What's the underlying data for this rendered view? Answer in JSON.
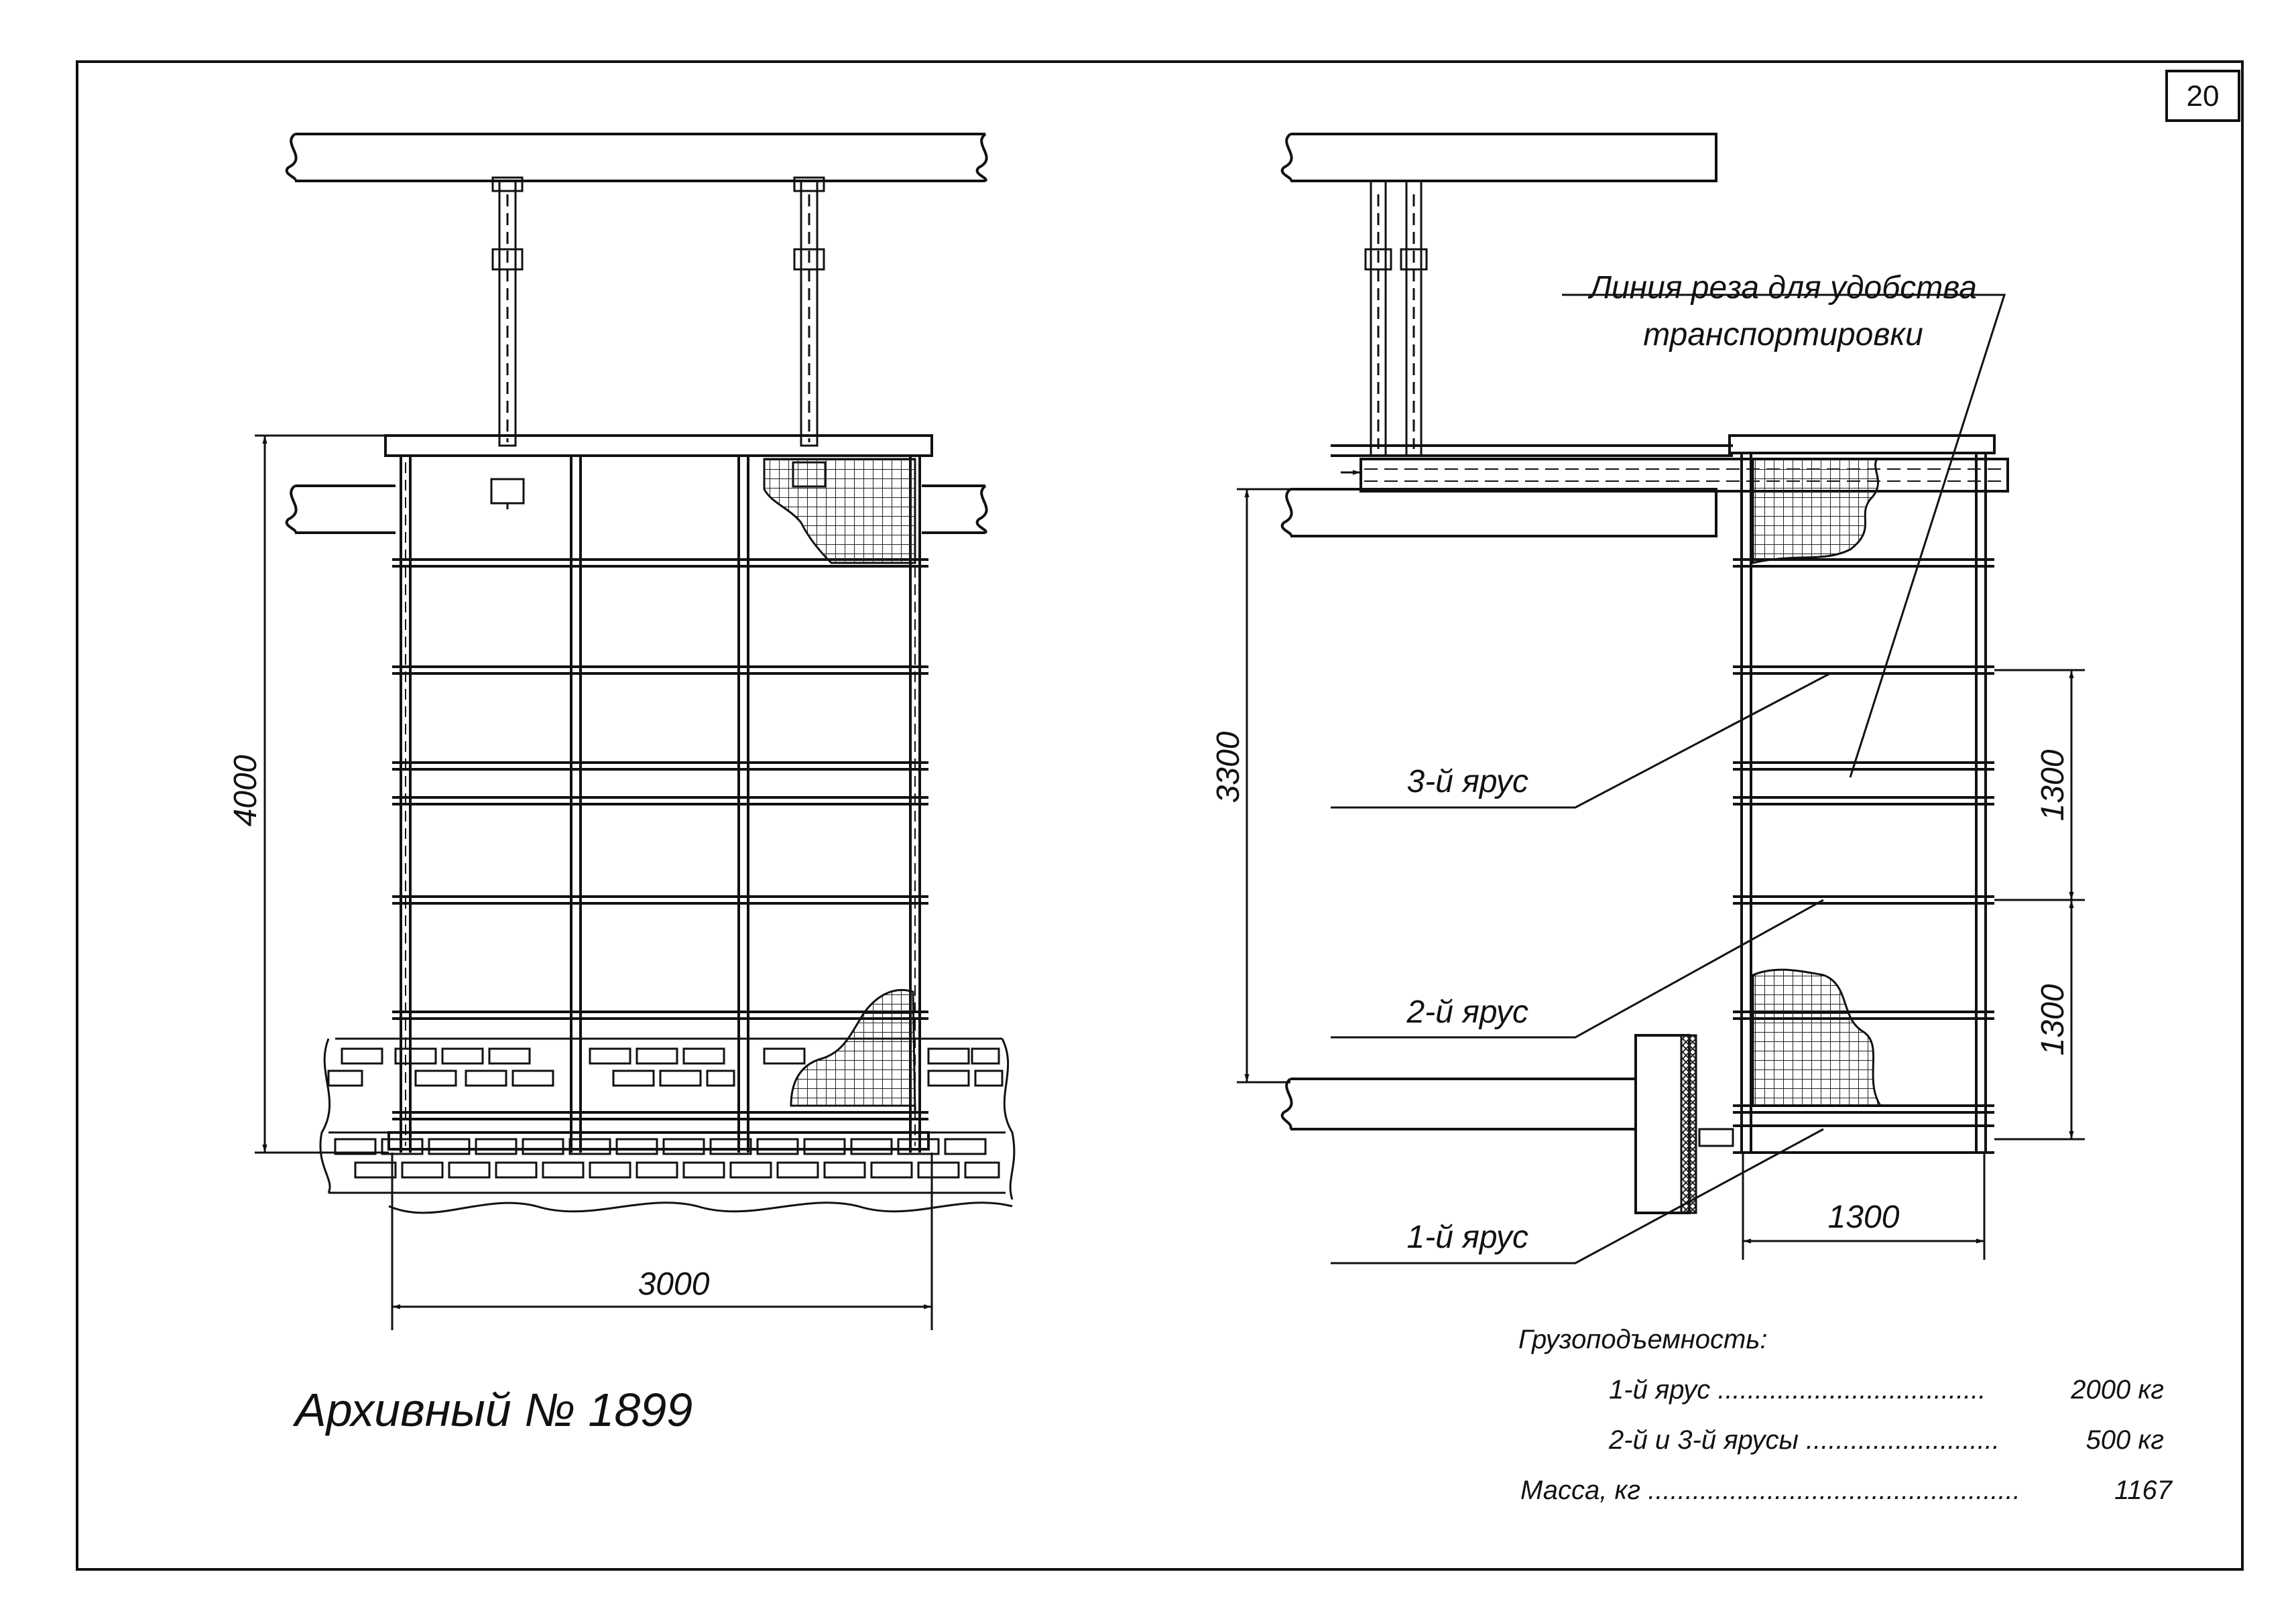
{
  "sheet": {
    "page_number": "20",
    "archive_label": "Архивный № 1899"
  },
  "dimensions": {
    "height_left": "4000",
    "width_left": "3000",
    "height_right": "3300",
    "tier_upper": "1300",
    "tier_lower": "1300",
    "depth_right": "1300"
  },
  "callouts": {
    "cut_line_l1": "Линия реза для удобства",
    "cut_line_l2": "транспортировки",
    "tier3": "3-й ярус",
    "tier2": "2-й ярус",
    "tier1": "1-й ярус"
  },
  "specs": {
    "heading": "Грузоподъемность:",
    "row1_label": "1-й ярус ....................................",
    "row1_value": "2000 кг",
    "row2_label": "2-й и 3-й ярусы ..........................",
    "row2_value": "500 кг",
    "row3_label": "Масса, кг ..................................................",
    "row3_value": "1167"
  }
}
